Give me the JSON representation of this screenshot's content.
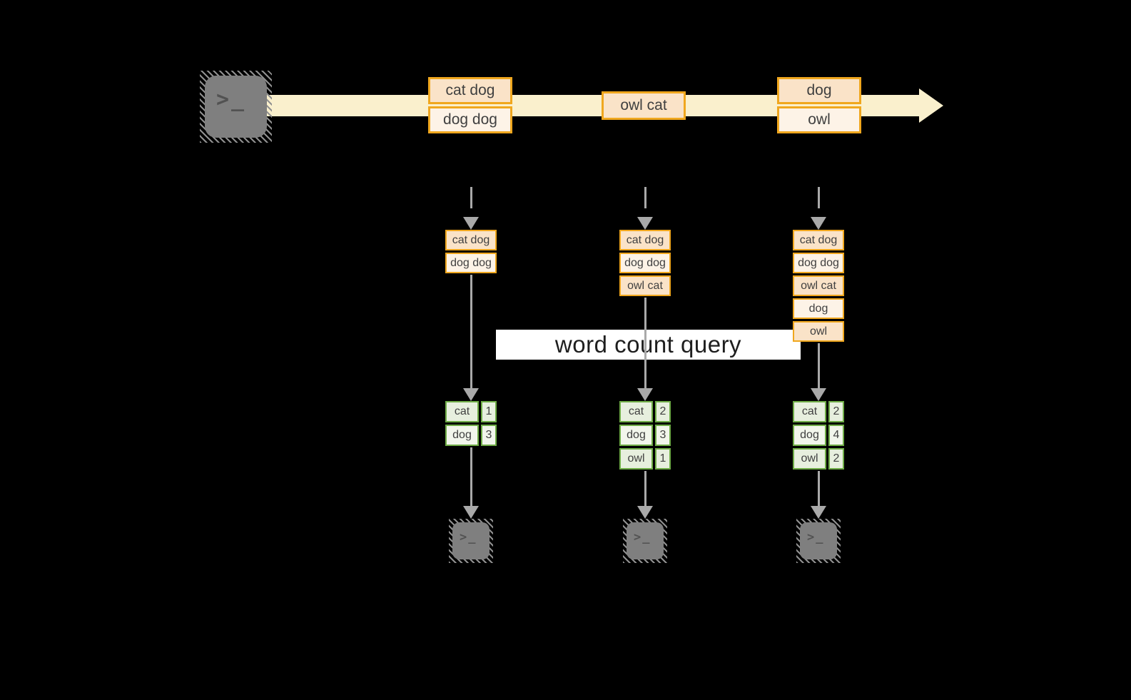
{
  "query": {
    "label": "word count query"
  },
  "stream": {
    "prompt_glyph": ">_",
    "batches": [
      {
        "items": [
          {
            "text": "cat dog",
            "tone": "dark"
          },
          {
            "text": "dog dog",
            "tone": "light"
          }
        ]
      },
      {
        "items": [
          {
            "text": "owl cat",
            "tone": "dark"
          }
        ]
      },
      {
        "items": [
          {
            "text": "dog",
            "tone": "dark"
          },
          {
            "text": "owl",
            "tone": "light"
          }
        ]
      }
    ]
  },
  "columns": [
    {
      "input_rows": [
        "cat dog",
        "dog dog"
      ],
      "counts": [
        {
          "word": "cat",
          "count": "1"
        },
        {
          "word": "dog",
          "count": "3"
        }
      ]
    },
    {
      "input_rows": [
        "cat dog",
        "dog dog",
        "owl cat"
      ],
      "counts": [
        {
          "word": "cat",
          "count": "2"
        },
        {
          "word": "dog",
          "count": "3"
        },
        {
          "word": "owl",
          "count": "1"
        }
      ]
    },
    {
      "input_rows": [
        "cat dog",
        "dog dog",
        "owl cat",
        "dog",
        "owl"
      ],
      "counts": [
        {
          "word": "cat",
          "count": "2"
        },
        {
          "word": "dog",
          "count": "4"
        },
        {
          "word": "owl",
          "count": "2"
        }
      ]
    }
  ],
  "colors": {
    "background": "#000000",
    "band": "#FAF0CD",
    "box_border": "#F0A71E",
    "peach_dark": "#FAE3C8",
    "peach_light": "#FDF3E7",
    "green_border": "#6FAC47",
    "green_dark": "#E7EFDE",
    "green_light": "#F2F6EC",
    "arrow_gray": "#A9A9A9",
    "icon_gray": "#7F7F7F",
    "icon_glyph": "#525252",
    "hatch_gray": "#909090",
    "text_ink": "#404040",
    "query_bg": "#FFFFFF",
    "query_ink": "#1E1E1E"
  }
}
